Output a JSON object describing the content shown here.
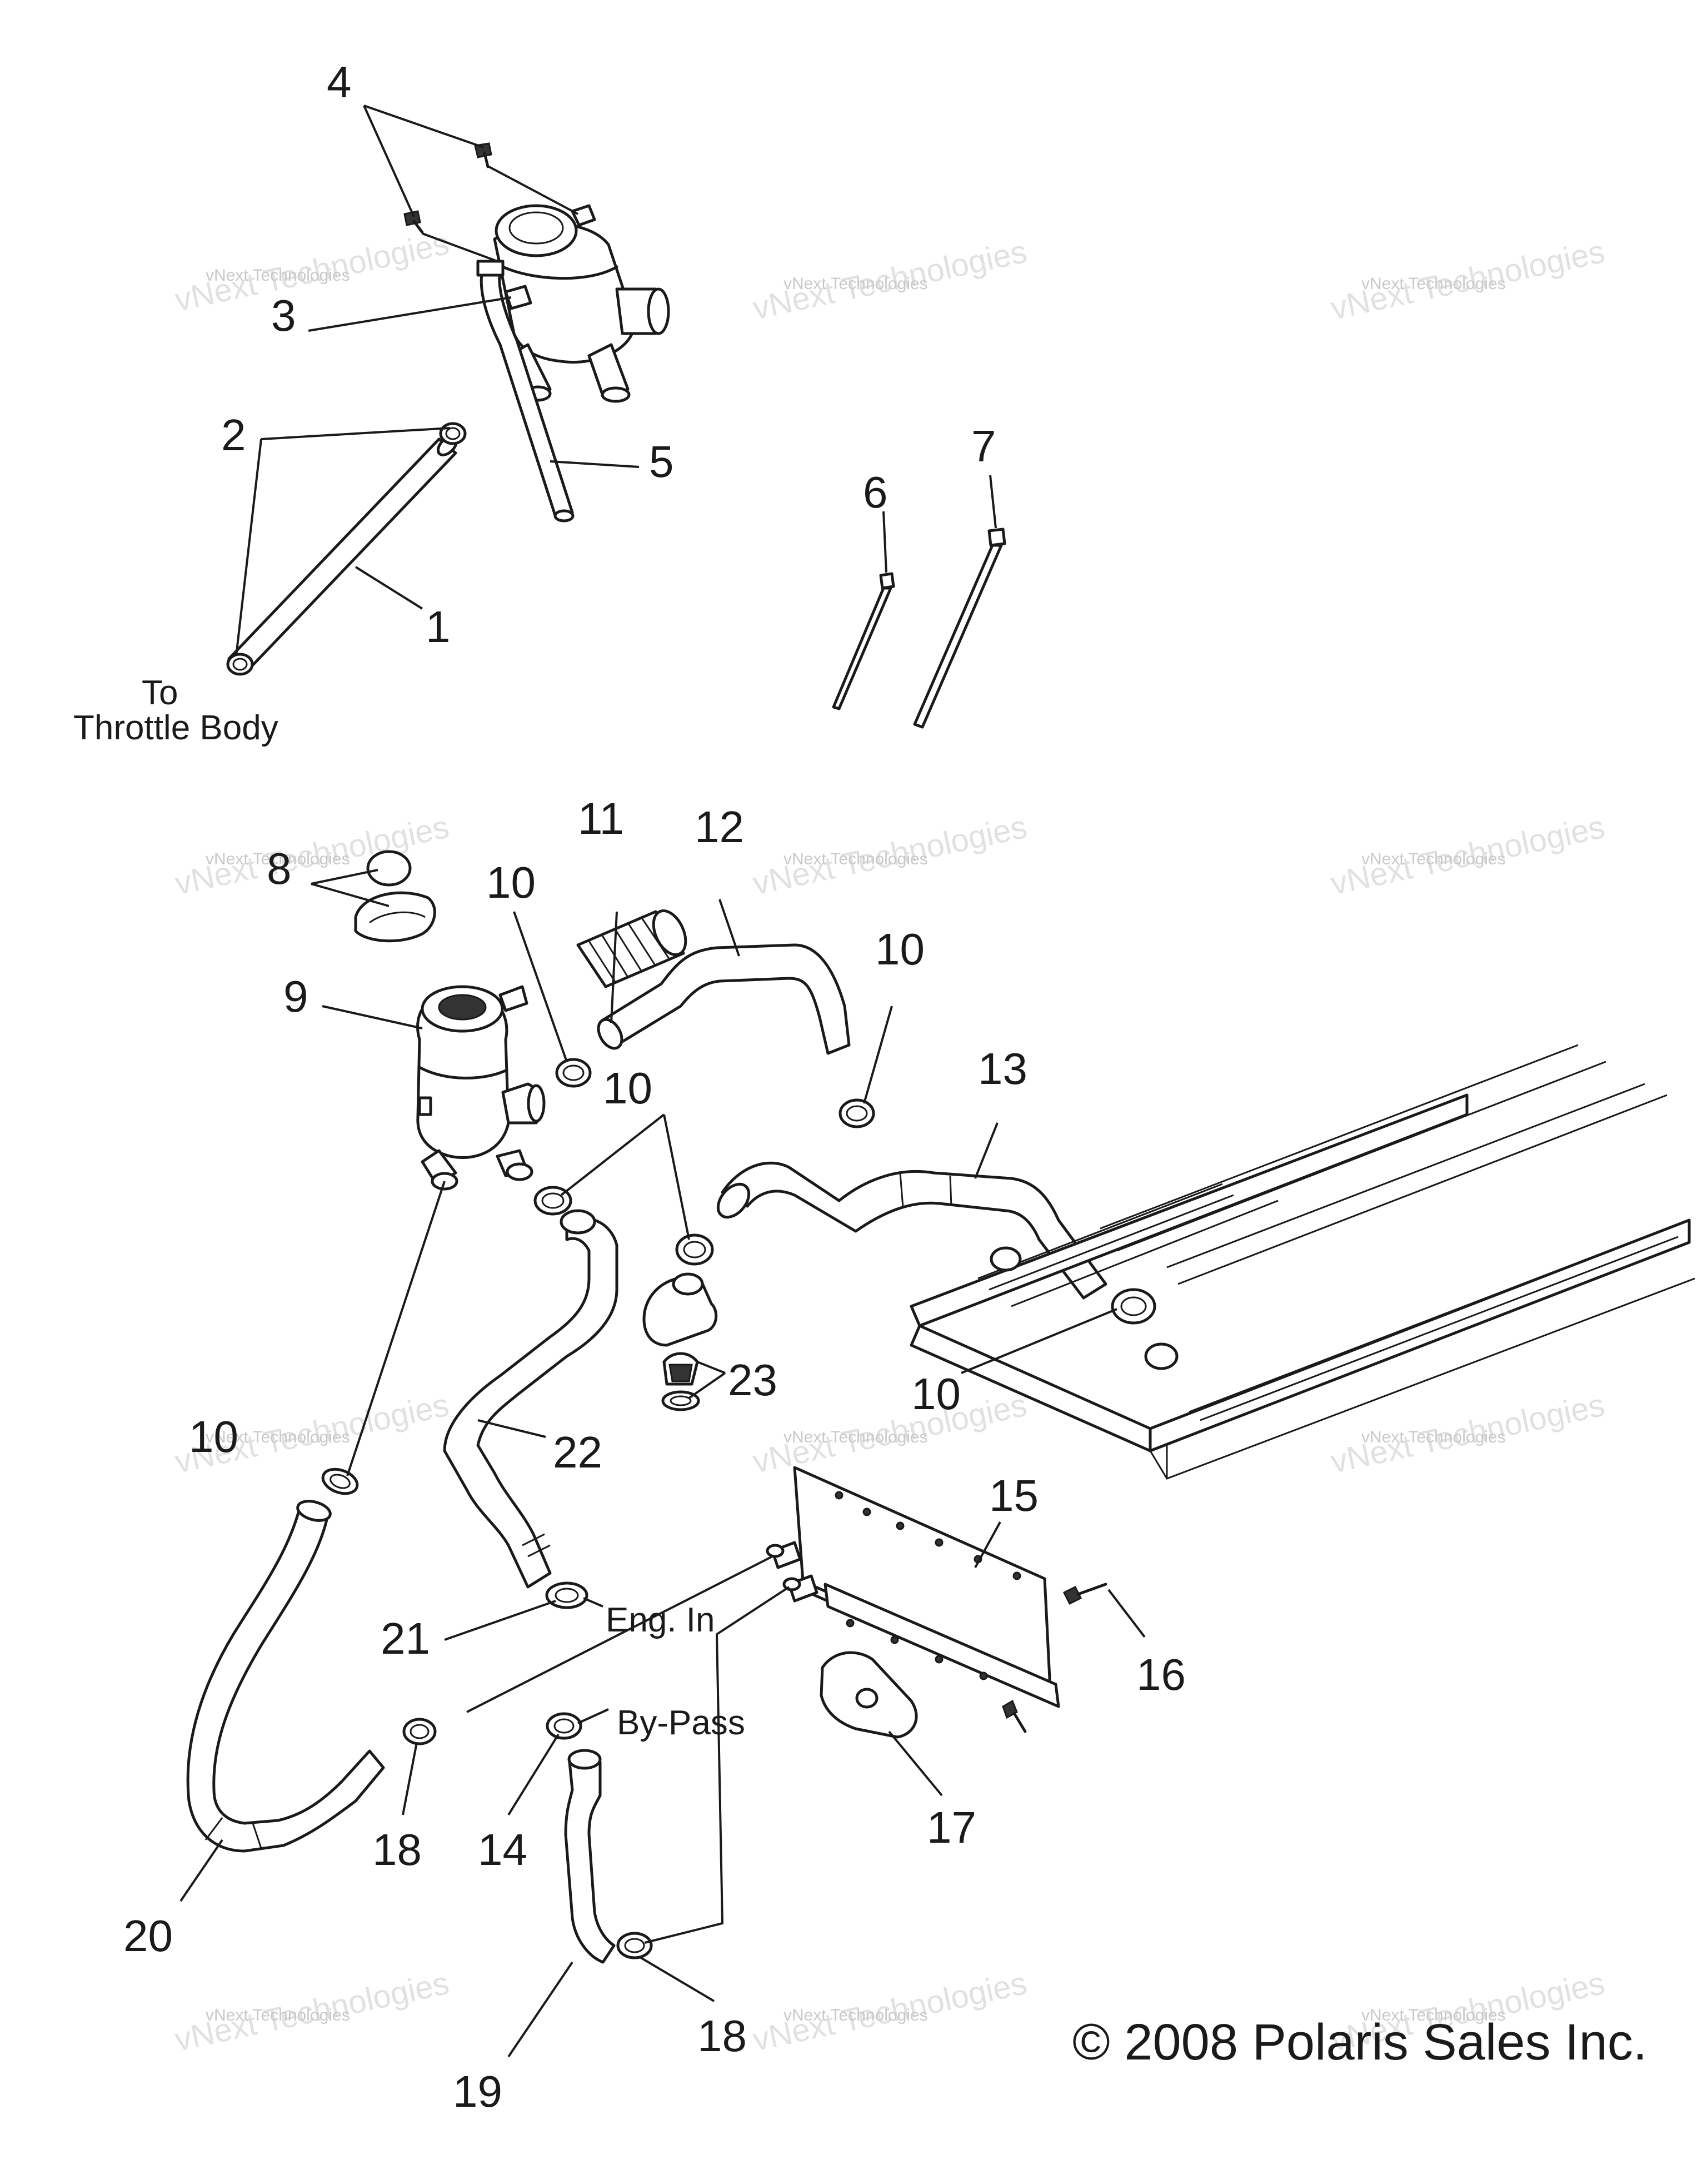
{
  "callouts": [
    {
      "id": "4",
      "label": "4"
    },
    {
      "id": "3",
      "label": "3"
    },
    {
      "id": "2",
      "label": "2"
    },
    {
      "id": "5",
      "label": "5"
    },
    {
      "id": "1",
      "label": "1"
    },
    {
      "id": "6",
      "label": "6"
    },
    {
      "id": "7",
      "label": "7"
    },
    {
      "id": "8",
      "label": "8"
    },
    {
      "id": "9",
      "label": "9"
    },
    {
      "id": "10",
      "label": "10"
    },
    {
      "id": "11",
      "label": "11"
    },
    {
      "id": "12",
      "label": "12"
    },
    {
      "id": "13",
      "label": "13"
    },
    {
      "id": "14",
      "label": "14"
    },
    {
      "id": "15",
      "label": "15"
    },
    {
      "id": "16",
      "label": "16"
    },
    {
      "id": "17",
      "label": "17"
    },
    {
      "id": "18",
      "label": "18"
    },
    {
      "id": "19",
      "label": "19"
    },
    {
      "id": "20",
      "label": "20"
    },
    {
      "id": "21",
      "label": "21"
    },
    {
      "id": "22",
      "label": "22"
    },
    {
      "id": "23",
      "label": "23"
    }
  ],
  "notes": {
    "to_line1": "To",
    "to_line2": "Throttle Body",
    "eng_in": "Eng. In",
    "by_pass": "By-Pass"
  },
  "copyright": "© 2008 Polaris Sales Inc.",
  "watermark": {
    "small": "vNext Technologies",
    "big": "vNext Technologies"
  },
  "colors": {
    "ink": "#1a1a1a",
    "background": "#ffffff",
    "watermark": "#c9c9c9"
  }
}
